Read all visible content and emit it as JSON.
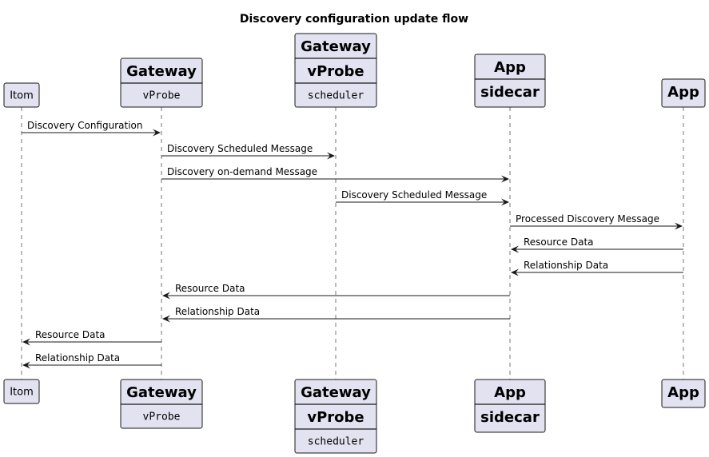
{
  "title": "Discovery configuration update flow",
  "participants": [
    {
      "id": "itom",
      "lines": [
        {
          "text": "Itom",
          "style": "plain"
        }
      ]
    },
    {
      "id": "gateway_vprobe",
      "lines": [
        {
          "text": "Gateway",
          "style": "bold"
        },
        {
          "text": "vProbe",
          "style": "mono"
        }
      ]
    },
    {
      "id": "gateway_scheduler",
      "lines": [
        {
          "text": "Gateway",
          "style": "bold"
        },
        {
          "text": "vProbe",
          "style": "bold"
        },
        {
          "text": "scheduler",
          "style": "mono"
        }
      ]
    },
    {
      "id": "app_sidecar",
      "lines": [
        {
          "text": "App",
          "style": "bold"
        },
        {
          "text": "sidecar",
          "style": "bold"
        }
      ]
    },
    {
      "id": "app",
      "lines": [
        {
          "text": "App",
          "style": "bold"
        }
      ]
    }
  ],
  "messages": [
    {
      "from": "itom",
      "to": "gateway_vprobe",
      "text": "Discovery Configuration"
    },
    {
      "from": "gateway_vprobe",
      "to": "gateway_scheduler",
      "text": "Discovery Scheduled Message"
    },
    {
      "from": "gateway_vprobe",
      "to": "app_sidecar",
      "text": "Discovery on-demand Message"
    },
    {
      "from": "gateway_scheduler",
      "to": "app_sidecar",
      "text": "Discovery Scheduled Message"
    },
    {
      "from": "app_sidecar",
      "to": "app",
      "text": "Processed Discovery Message"
    },
    {
      "from": "app",
      "to": "app_sidecar",
      "text": "Resource Data"
    },
    {
      "from": "app",
      "to": "app_sidecar",
      "text": "Relationship Data"
    },
    {
      "from": "app_sidecar",
      "to": "gateway_vprobe",
      "text": "Resource Data"
    },
    {
      "from": "app_sidecar",
      "to": "gateway_vprobe",
      "text": "Relationship Data"
    },
    {
      "from": "gateway_vprobe",
      "to": "itom",
      "text": "Resource Data"
    },
    {
      "from": "gateway_vprobe",
      "to": "itom",
      "text": "Relationship Data"
    }
  ]
}
